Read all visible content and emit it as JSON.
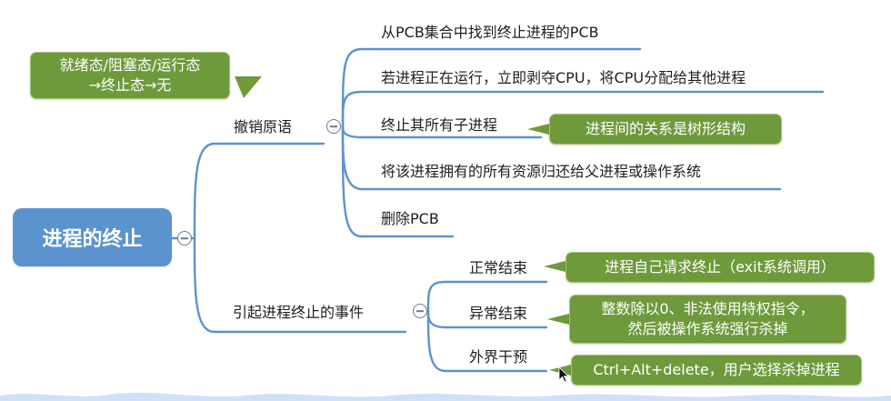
{
  "root": {
    "label": "进程的终止"
  },
  "top_note": {
    "text": "就绪态/阻塞态/运行态\n→终止态→无"
  },
  "branches": [
    {
      "label": "撤销原语",
      "children": [
        "从PCB集合中找到终止进程的PCB",
        "若进程正在运行，立即剥夺CPU，将CPU分配给其他进程",
        "终止其所有子进程",
        "将该进程拥有的所有资源归还给父进程或操作系统",
        "删除PCB"
      ],
      "note": {
        "text": "进程间的关系是树形结构"
      }
    },
    {
      "label": "引起进程终止的事件",
      "children": [
        "正常结束",
        "异常结束",
        "外界干预"
      ],
      "notes": [
        "进程自己请求终止（exit系统调用）",
        "整数除以0、非法使用特权指令，\n然后被操作系统强行杀掉",
        "Ctrl+Alt+delete，用户选择杀掉进程"
      ]
    }
  ],
  "colors": {
    "root_fill": "#5b93cf",
    "connector": "#5b93cf",
    "note_fill": "#6f9a3c",
    "collapse_icon": "#6a7b96"
  },
  "icons": {
    "collapse": "minus-circle-icon",
    "cursor": "mouse-pointer-icon"
  }
}
